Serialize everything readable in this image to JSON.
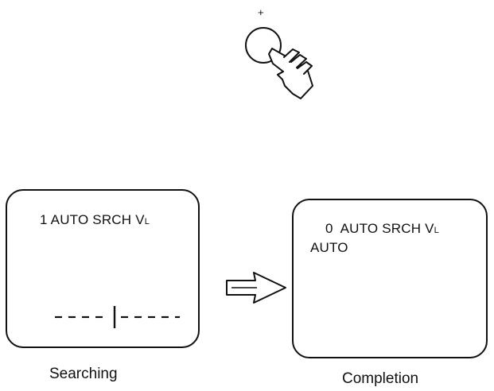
{
  "button": {
    "plus_label": "+"
  },
  "searching_screen": {
    "channel_number": "1",
    "mode_text": "AUTO SRCH",
    "band_main": "V",
    "band_sub": "L"
  },
  "completion_screen": {
    "channel_number": "0",
    "mode_text": "AUTO SRCH",
    "band_main": "V",
    "band_sub": "L",
    "auto_label": "AUTO"
  },
  "captions": {
    "searching": "Searching",
    "completion": "Completion"
  }
}
